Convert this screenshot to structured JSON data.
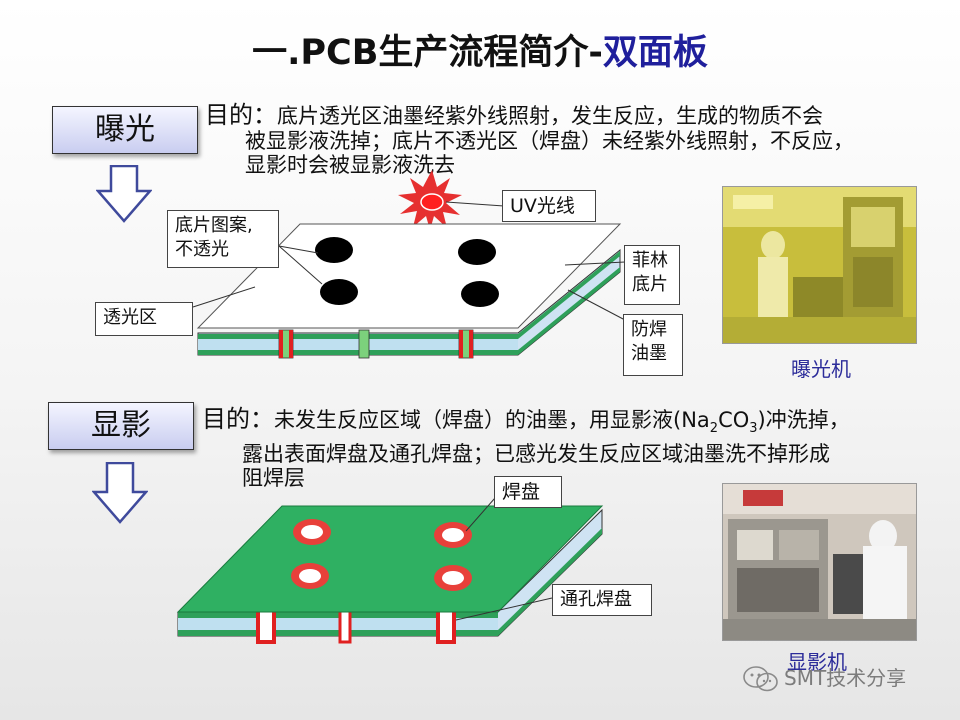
{
  "title": {
    "main": "一.PCB生产流程简介-",
    "highlight": "双面板"
  },
  "step1": {
    "label": "曝光",
    "purpose_lead": "目的：",
    "purpose_line1": "底片透光区油墨经紫外线照射，发生反应，生成的物质不会",
    "purpose_line2": "被显影液洗掉；底片不透光区（焊盘）未经紫外线照射，不反应，",
    "purpose_line3": "显影时会被显影液洗去",
    "callouts": {
      "uv": "UV光线",
      "film_pattern_1": "底片图案,",
      "film_pattern_2": "不透光",
      "clear_area": "透光区",
      "film_1": "菲林",
      "film_2": "底片",
      "mask_1": "防焊",
      "mask_2": "油墨"
    },
    "photo_caption": "曝光机"
  },
  "step2": {
    "label": "显影",
    "purpose_lead": "目的：",
    "purpose_line1_a": "未发生反应区域（焊盘）的油墨，用显影液(Na",
    "purpose_line1_sub1": "2",
    "purpose_line1_b": "CO",
    "purpose_line1_sub2": "3",
    "purpose_line1_c": ")冲洗掉，",
    "purpose_line2": "露出表面焊盘及通孔焊盘；已感光发生反应区域油墨洗不掉形成",
    "purpose_line3": "阻焊层",
    "callouts": {
      "pad": "焊盘",
      "via_pad": "通孔焊盘"
    },
    "photo_caption": "显影机"
  },
  "watermark": "SMT技术分享",
  "colors": {
    "title_highlight": "#1f1f9c",
    "caption": "#2c2c9a",
    "board_green": "#2daa5c",
    "pad_red": "#e02020",
    "photo_yellow": "#d2c84a"
  }
}
